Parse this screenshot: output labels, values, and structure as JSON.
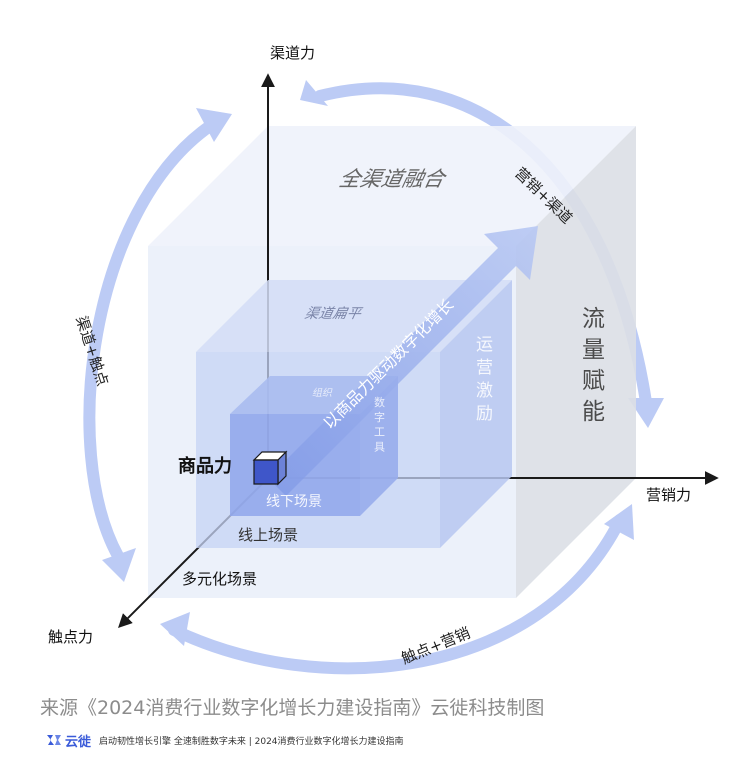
{
  "axes": {
    "y_label": "渠道力",
    "x_label": "营销力",
    "z_label": "触点力"
  },
  "cycle_labels": {
    "top_right": "营销+渠道",
    "left": "渠道+触点",
    "bottom": "触点+营销"
  },
  "outer_cube": {
    "top_face": "全渠道融合",
    "right_face": "流量赋能",
    "front_bottom": "多元化场景"
  },
  "middle_cube": {
    "top_face": "渠道扁平",
    "right_face": "运营激励",
    "front_bottom": "线上场景"
  },
  "inner_cube": {
    "top_face": "组织",
    "right_face": "数字工具",
    "front_bottom": "线下场景"
  },
  "core_label": "商品力",
  "arrow_label": "以商品力驱动数字化增长",
  "caption": "来源《2024消费行业数字化增长力建设指南》云徙科技制图",
  "footer": {
    "brand": "云徙",
    "slogan": "启动韧性增长引擎  全速制胜数字未来 | 2024消费行业数字化增长力建设指南"
  },
  "colors": {
    "cycle_arrow": "#bccbf5",
    "outer_cube": "#e6ecf8",
    "middle_cube": "#c5d3f4",
    "inner_cube": "#8fa6eb",
    "core": "#3f56c9",
    "brand": "#3a5bd9"
  }
}
